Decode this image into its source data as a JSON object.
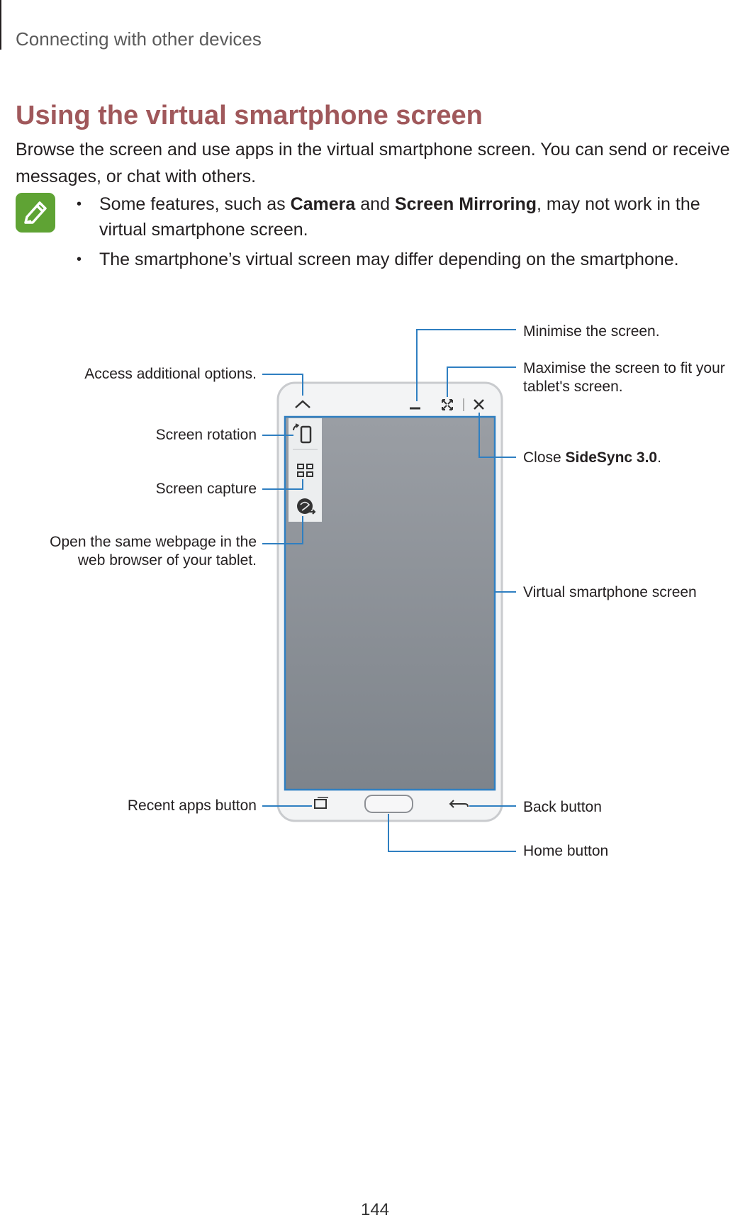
{
  "header": {
    "section": "Connecting with other devices"
  },
  "title": "Using the virtual smartphone screen",
  "intro": "Browse the screen and use apps in the virtual smartphone screen. You can send or receive messages, or chat with others.",
  "notes": {
    "icon": "pencil-note-icon",
    "item1": {
      "pre": "Some features, such as ",
      "bold1": "Camera",
      "mid": " and ",
      "bold2": "Screen Mirroring",
      "post": ", may not work in the virtual smartphone screen."
    },
    "item2": "The smartphone’s virtual screen may differ depending on the smartphone."
  },
  "callouts": {
    "minimise": "Minimise the screen.",
    "access_options": "Access additional options.",
    "maximise_line1": "Maximise the screen to fit your",
    "maximise_line2": "tablet's screen.",
    "screen_rotation": "Screen rotation",
    "close_pre": "Close ",
    "close_bold": "SideSync 3.0",
    "close_post": ".",
    "screen_capture": "Screen capture",
    "open_webpage_line1": "Open the same webpage in the",
    "open_webpage_line2": "web browser of your tablet.",
    "virtual_screen": "Virtual smartphone screen",
    "recent_apps": "Recent apps button",
    "back_button": "Back button",
    "home_button": "Home button"
  },
  "colors": {
    "title": "#a0585b",
    "callout_line": "#2f7fc1",
    "note_icon": "#5fa334"
  },
  "page_number": "144"
}
